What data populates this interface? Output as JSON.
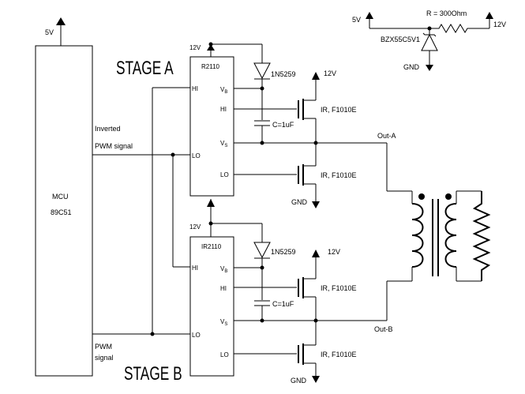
{
  "labels": {
    "mcu_supply": "5V",
    "mcu_name": "MCU",
    "mcu_part": "89C51",
    "inverted_pwm_1": "Inverted",
    "inverted_pwm_2": "PWM signal",
    "pwm_1": "PWM",
    "pwm_2": "signal",
    "stage_a": "STAGE A",
    "stage_b": "STAGE B",
    "driver_a": "R2110",
    "driver_b": "IR2110",
    "supply_12v": "12V",
    "pin_hi": "HI",
    "pin_lo": "LO",
    "pin_vb": "V",
    "pin_vb_sub": "B",
    "pin_vs": "V",
    "pin_vs_sub": "S",
    "diode": "1N5259",
    "capacitor": "C=1uF",
    "mosfet": "IR, F1010E",
    "gnd": "GND",
    "out_a": "Out-A",
    "out_b": "Out-B",
    "reg_5v": "5V",
    "reg_12v": "12V",
    "reg_resistor": "R = 300Ohm",
    "zener": "BZX55C5V1",
    "reg_gnd": "GND"
  }
}
